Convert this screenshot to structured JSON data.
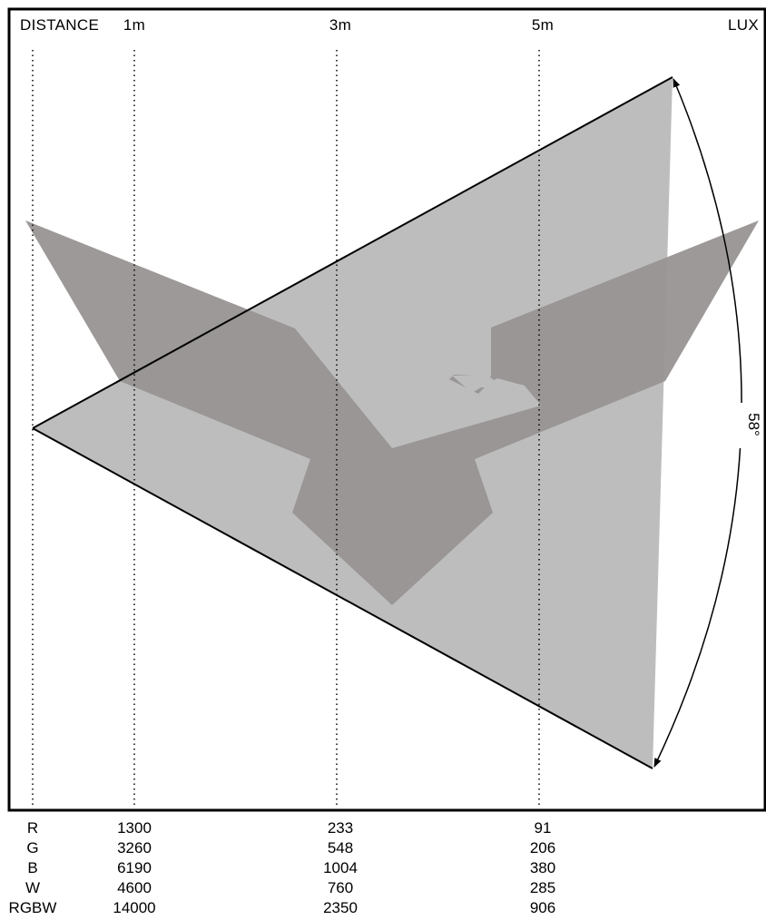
{
  "header": {
    "distance_label": "DISTANCE",
    "lux_label": "LUX",
    "distances": [
      "1m",
      "3m",
      "5m"
    ]
  },
  "beam": {
    "angle_label": "58°",
    "fill_color": "#bdbdbd",
    "logo_color": "#979392"
  },
  "lux_table": {
    "rows": [
      {
        "name": "R",
        "values": [
          "1300",
          "233",
          "91"
        ]
      },
      {
        "name": "G",
        "values": [
          "3260",
          "548",
          "206"
        ]
      },
      {
        "name": "B",
        "values": [
          "6190",
          "1004",
          "380"
        ]
      },
      {
        "name": "W",
        "values": [
          "4600",
          "760",
          "285"
        ]
      },
      {
        "name": "RGBW",
        "values": [
          "14000",
          "2350",
          "906"
        ]
      }
    ]
  }
}
